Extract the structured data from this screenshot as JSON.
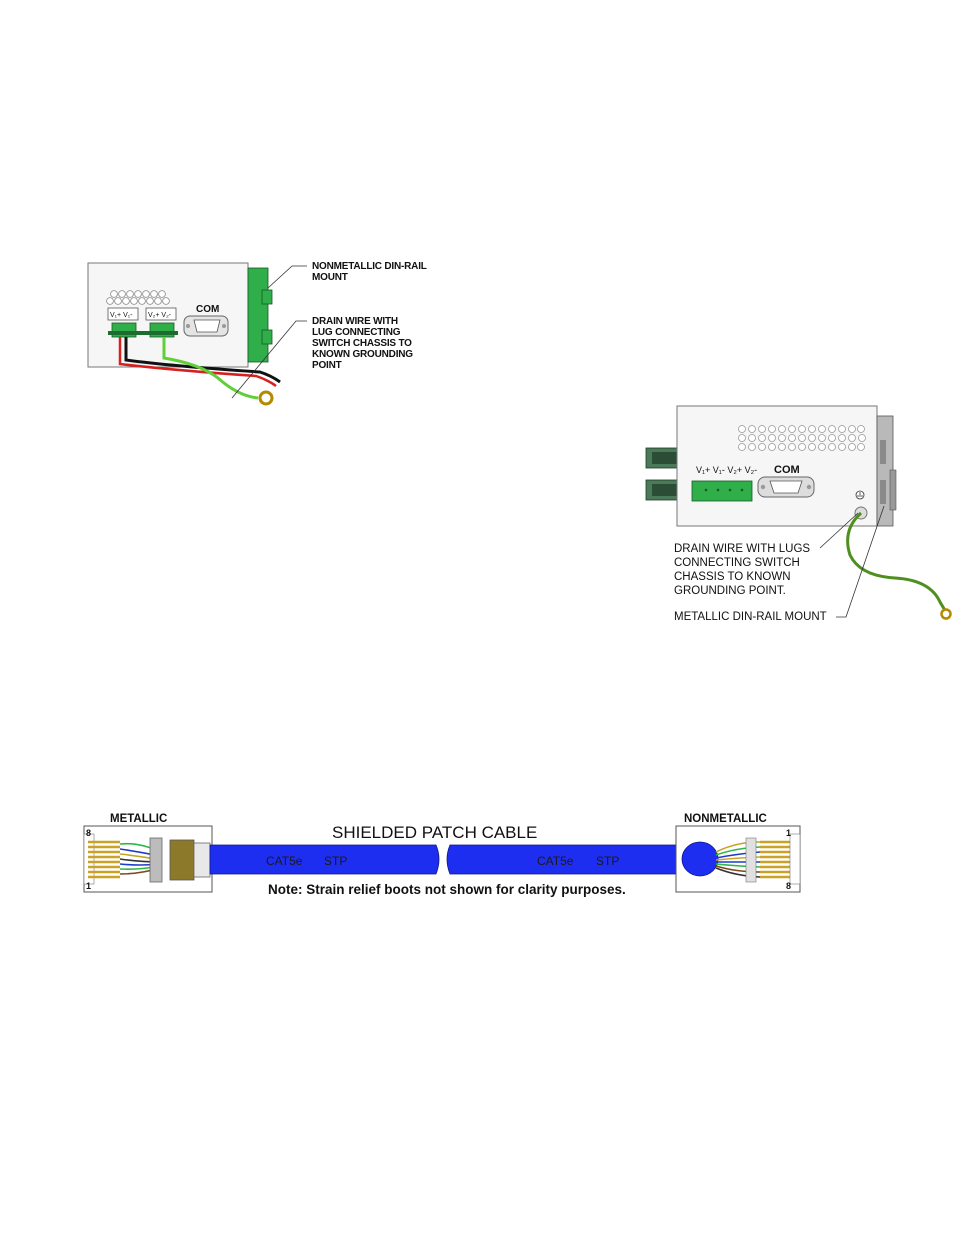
{
  "diagram1": {
    "com_label": "COM",
    "terminal_label_1": "V₁+ V₁-",
    "terminal_label_2": "V₂+ V₂-",
    "callout_mount": [
      "NONMETALLIC DIN-RAIL",
      "MOUNT"
    ],
    "callout_drain": [
      "DRAIN WIRE WITH",
      "LUG CONNECTING",
      "SWITCH CHASSIS TO",
      "KNOWN GROUNDING",
      "POINT"
    ]
  },
  "diagram2": {
    "com_label": "COM",
    "terminal_label": "V₁+ V₁- V₂+ V₂-",
    "callout_drain": [
      "DRAIN WIRE WITH LUGS",
      "CONNECTING SWITCH",
      "CHASSIS TO KNOWN",
      "GROUNDING POINT."
    ],
    "callout_mount": "METALLIC DIN-RAIL MOUNT"
  },
  "cable": {
    "title": "SHIELDED PATCH CABLE",
    "left_plug_label": "METALLIC",
    "right_plug_label": "NONMETALLIC",
    "left_segment_text": [
      "CAT5e",
      "STP"
    ],
    "right_segment_text": [
      "CAT5e",
      "STP"
    ],
    "note": "Note: Strain relief boots not shown for clarity purposes.",
    "pin_first": "1",
    "pin_last": "8"
  },
  "colors": {
    "green_wire": "#5fcf3a",
    "red_wire": "#d62020",
    "terminal_green": "#2fae4a",
    "cable_blue": "#1e2ef0",
    "chassis_fill": "#f6f6f6",
    "rail_gray": "#b9b9b9"
  }
}
